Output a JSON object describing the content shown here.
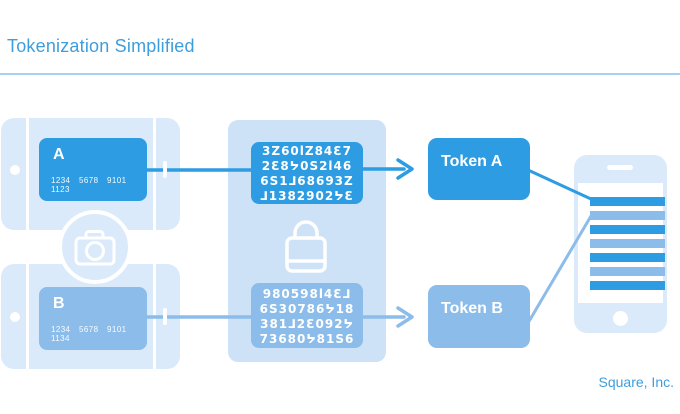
{
  "title": "Tokenization Simplified",
  "attribution": "Square, Inc.",
  "colors": {
    "primary_blue": "#2D9CE2",
    "secondary_blue": "#8CBCEA",
    "device_blue": "#DBEAFA",
    "panel_blue": "#CDE2F6",
    "title_blue": "#3E9EDD",
    "rule_blue": "#A6D2F1"
  },
  "cards": {
    "a": {
      "label": "A",
      "number": "1234 5678 9101 1123"
    },
    "b": {
      "label": "B",
      "number": "1234 5678 9101 1134"
    }
  },
  "encryption": {
    "a_ciphertext": "3Z60lZ84Ɛ7\n2Ɛ8ᔭ0S2l46\n6S1⅃68693Z\n⅃1382902ᔭƐ",
    "b_ciphertext": "980598l4Ɛ⅃\n6S30786ᔭ18\n381⅃2Ɛ092ᔭ\n73680ᔭ81S6"
  },
  "tokens": {
    "a": "Token A",
    "b": "Token B"
  },
  "phone_screen": {
    "bars": [
      "dark",
      "light",
      "dark",
      "light",
      "dark",
      "light",
      "dark"
    ]
  },
  "icons": {
    "camera": "camera-icon",
    "lock": "lock-icon"
  }
}
